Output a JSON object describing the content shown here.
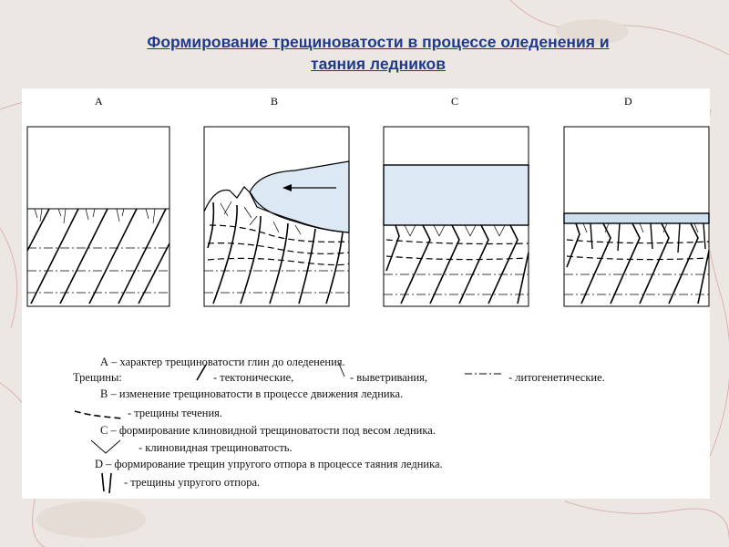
{
  "title": {
    "line1": "Формирование трещиноватости в процессе оледенения и",
    "line2": "таяния ледников"
  },
  "panels": [
    "A",
    "B",
    "C",
    "D"
  ],
  "legend": {
    "a_desc": "А – характер трещиноватости глин до оледенения.",
    "cracks_label": "Трещины:",
    "tectonic": "- тектонические,",
    "weathering": "- выветривания,",
    "lithogenetic": "- литогенетические.",
    "b_desc": "В – изменение трещиноватости в процессе движения ледника.",
    "flow": "-    трещины течения.",
    "c_desc": "С – формирование клиновидной трещиноватости под весом ледника.",
    "wedge": "-    клиновидная трещиноватость.",
    "d_desc": "D –  формирование трещин упругого отпора в процессе таяния ледника.",
    "elastic": "- трещины упругого отпора."
  },
  "colors": {
    "title": "#1f3a8a",
    "ice_fill": "#dce9f5",
    "ice_stroke": "#000000"
  }
}
